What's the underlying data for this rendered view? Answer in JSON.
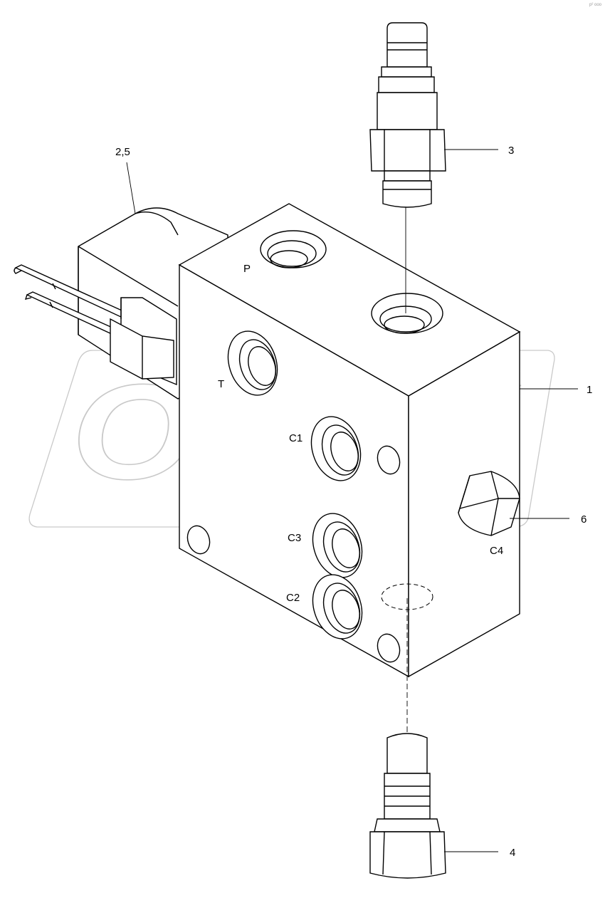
{
  "diagram": {
    "watermark_text": "OPEX",
    "corner_mark": "p² ooo",
    "callouts": [
      {
        "id": "3",
        "label": "3"
      },
      {
        "id": "2,5",
        "label": "2,5"
      },
      {
        "id": "1",
        "label": "1"
      },
      {
        "id": "6",
        "label": "6"
      },
      {
        "id": "4",
        "label": "4"
      }
    ],
    "ports": [
      {
        "id": "P",
        "label": "P"
      },
      {
        "id": "T",
        "label": "T"
      },
      {
        "id": "C1",
        "label": "C1"
      },
      {
        "id": "C3",
        "label": "C3"
      },
      {
        "id": "C2",
        "label": "C2"
      },
      {
        "id": "C4",
        "label": "C4"
      }
    ]
  }
}
